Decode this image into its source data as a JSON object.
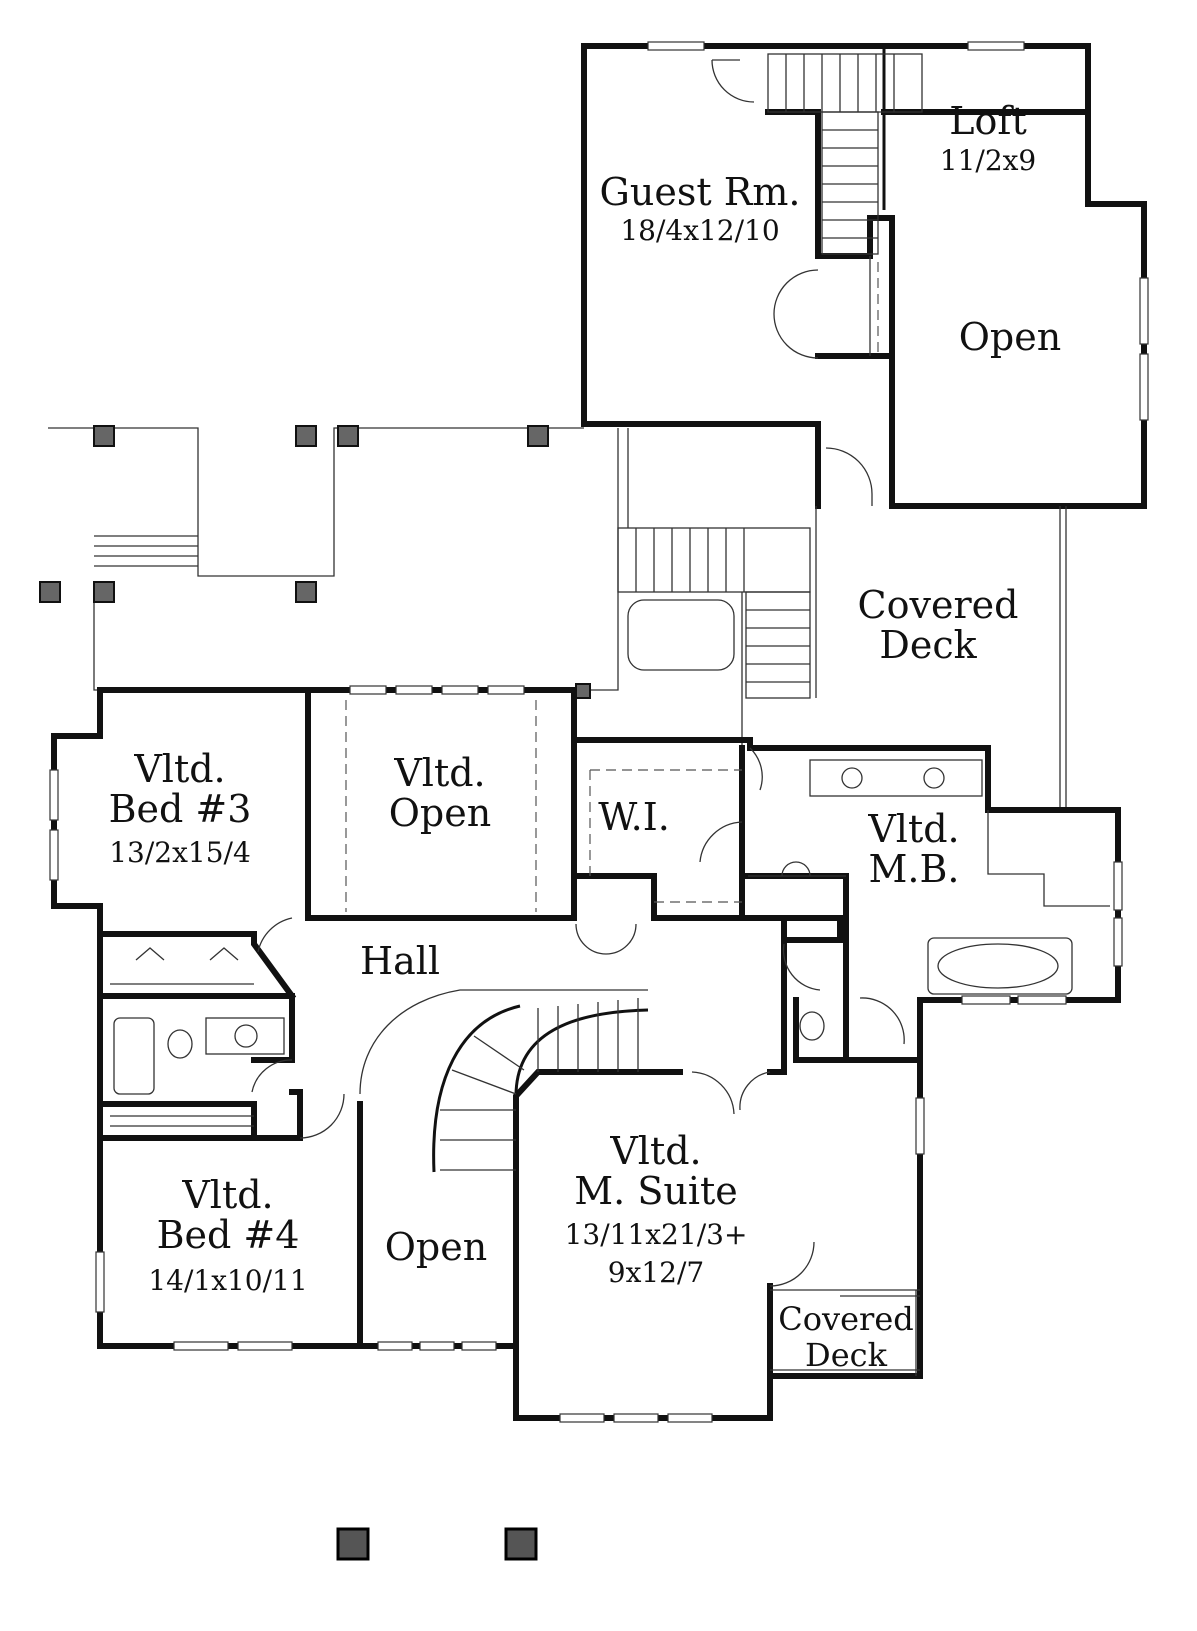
{
  "rooms": {
    "guest": {
      "name": "Guest Rm.",
      "size": "18/4x12/10"
    },
    "loft": {
      "name": "Loft",
      "size": "11/2x9"
    },
    "open_upper": {
      "name": "Open"
    },
    "covered_deck_main": {
      "line1": "Covered",
      "line2": "Deck"
    },
    "bed3": {
      "line1": "Vltd.",
      "line2": "Bed #3",
      "size": "13/2x15/4"
    },
    "vltd_open": {
      "line1": "Vltd.",
      "line2": "Open"
    },
    "wi": {
      "name": "W.I."
    },
    "mb": {
      "line1": "Vltd.",
      "line2": "M.B."
    },
    "hall": {
      "name": "Hall"
    },
    "bed4": {
      "line1": "Vltd.",
      "line2": "Bed #4",
      "size": "14/1x10/11"
    },
    "open_lower": {
      "name": "Open"
    },
    "msuite": {
      "line1": "Vltd.",
      "line2": "M. Suite",
      "size1": "13/11x21/3+",
      "size2": "9x12/7"
    },
    "covered_deck_small": {
      "line1": "Covered",
      "line2": "Deck"
    }
  }
}
